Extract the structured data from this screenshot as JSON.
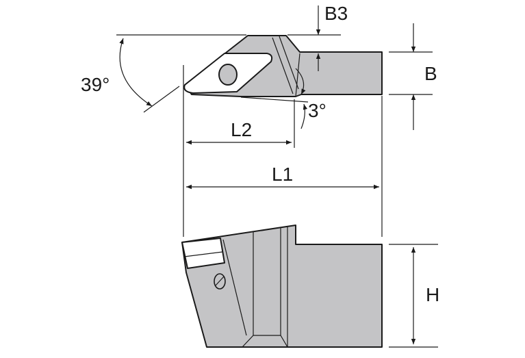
{
  "labels": {
    "b3": "B3",
    "b": "B",
    "angle_39": "39°",
    "angle_3": "3°",
    "l2": "L2",
    "l1": "L1",
    "h": "H"
  },
  "colors": {
    "body_fill": "#c4c4c6",
    "insert_fill": "#ffffff",
    "line": "#1a1a1a"
  }
}
